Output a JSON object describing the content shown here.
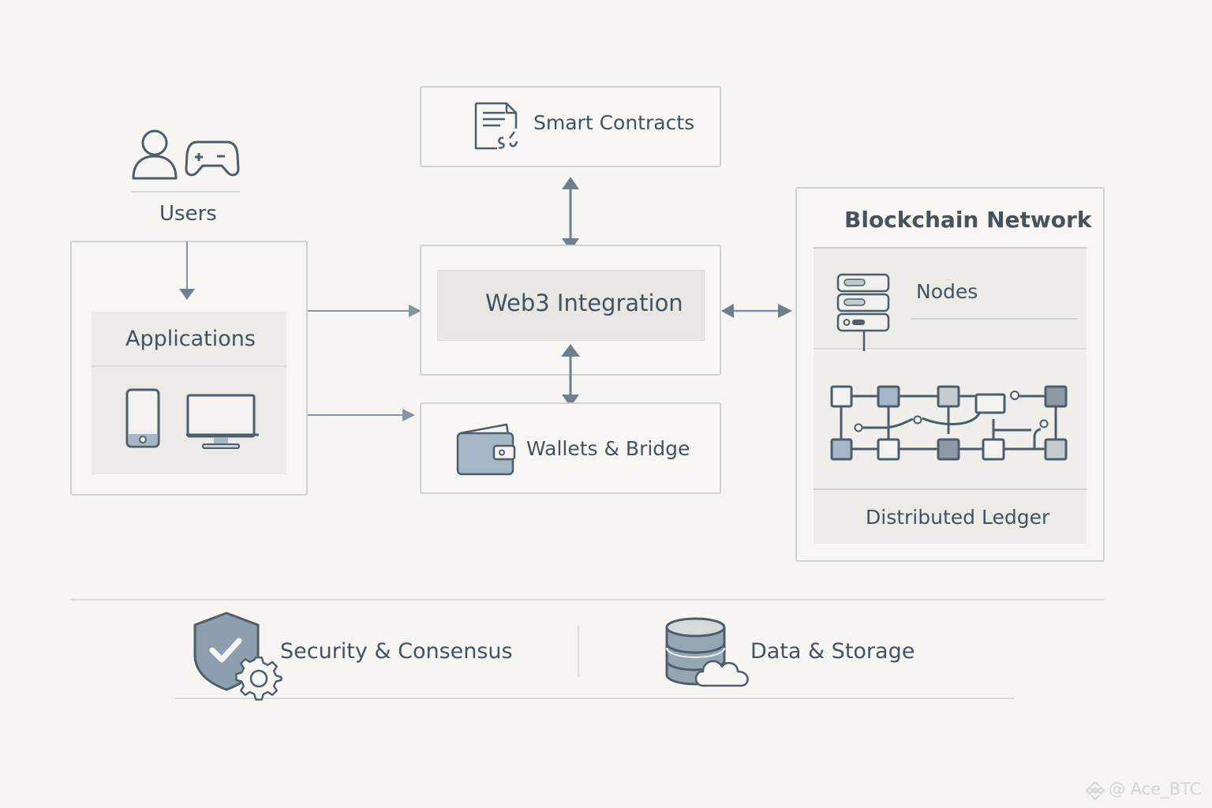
{
  "users": {
    "label": "Users",
    "icons": [
      "user-icon",
      "gamepad-icon"
    ]
  },
  "applications": {
    "label": "Applications",
    "icons": [
      "smartphone-icon",
      "monitor-icon"
    ]
  },
  "smart_contracts": {
    "label": "Smart Contracts",
    "icon": "contract-document-icon"
  },
  "web3": {
    "label": "Web3 Integration"
  },
  "wallets": {
    "label": "Wallets & Bridge",
    "icon": "wallet-icon"
  },
  "blockchain": {
    "title": "Blockchain Network",
    "nodes_label": "Nodes",
    "nodes_icon": "server-icon",
    "ledger_label": "Distributed Ledger",
    "ledger_icon": "block-network-icon"
  },
  "footer": {
    "items": [
      {
        "label": "Security & Consensus",
        "icon": "shield-gear-icon"
      },
      {
        "label": "Data & Storage",
        "icon": "database-cloud-icon"
      }
    ]
  },
  "watermark": {
    "text": "@ Ace_BTC",
    "icon": "binance-logo-icon"
  },
  "colors": {
    "stroke": "#4e5d6b",
    "arrow": "#6f7f8d",
    "accent_fill": "#a3b7c7",
    "border": "#cfd2d5",
    "background": "#f6f5f2"
  }
}
